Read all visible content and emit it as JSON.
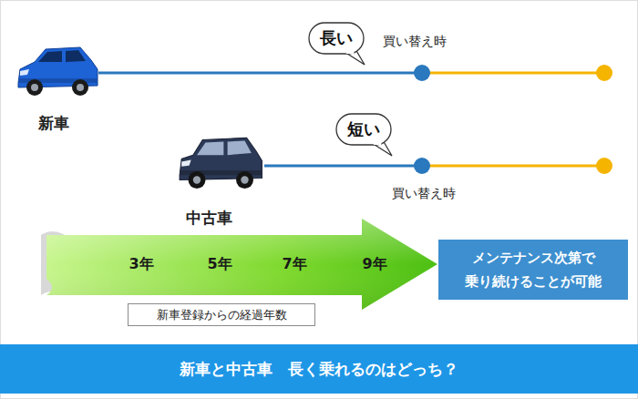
{
  "diagram": {
    "title": "新車と中古車　長く乗れるのはどっち？",
    "nodes": [
      {
        "text": [
          "長い"
        ]
      },
      {
        "text": [
          "短い"
        ]
      },
      {
        "text": [
          "3年",
          "5年",
          "7年",
          "9年"
        ]
      },
      {
        "text": [
          "メンテナンス次第で 乗り続けることが可能"
        ]
      },
      {
        "text": [
          "新車登録からの経過年数"
        ]
      }
    ],
    "labels": [
      "買い替え時",
      "新車",
      "買い替え時",
      "中古車"
    ]
  }
}
